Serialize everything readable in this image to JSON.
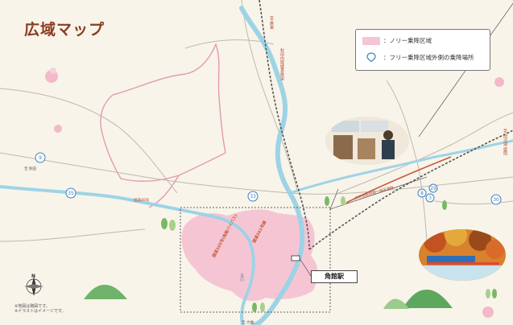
{
  "title": "広域マップ",
  "legend": {
    "free_zone": "：ノリー乗降区域",
    "outside_stop": "：フリー乗降区域外側の乗降場所"
  },
  "station_label": "角館駅",
  "note_lines": [
    "※地図は略図です。",
    "※イラストはイメージです。"
  ],
  "route_markers": [
    "9",
    "35",
    "33",
    "8",
    "29",
    "3",
    "30"
  ],
  "roads": {
    "national_46": "国道46号",
    "national_105": "国道105号(角館バイパス)",
    "national_341": "国道341号線",
    "akita_nairiku": "秋田内陸縦貫鉄道",
    "jr_line": "JR秋田新幹線・田沢湖線",
    "river_tamagawa": "玉川",
    "lake_road": "田沢湖方面"
  },
  "place_labels": [
    "至 鷹巣",
    "至 秋田",
    "至 田沢湖 盛岡",
    "至 大曲"
  ],
  "compass": "N",
  "colors": {
    "free_zone": "#f6c5d3",
    "water": "#9ed3e6",
    "route": "#e39ab0",
    "title": "#8a3b1f"
  }
}
